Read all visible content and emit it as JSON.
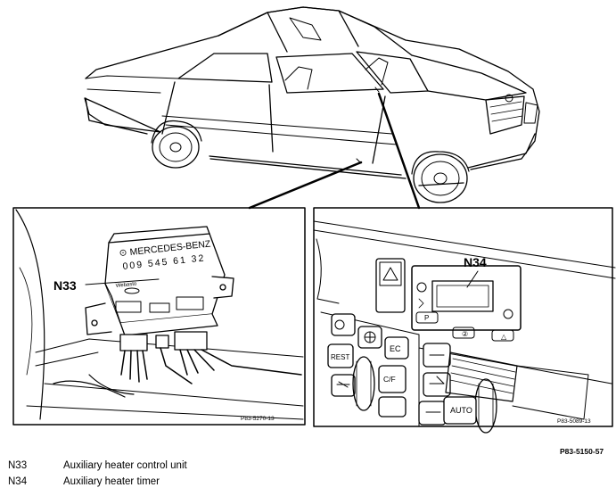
{
  "diagram": {
    "callouts": {
      "n33": "N33",
      "n34": "N34"
    },
    "control_unit_text": {
      "brand": "MERCEDES-BENZ",
      "part_number": "009 545 61 32",
      "maker": "Webasto"
    },
    "timer_buttons": {
      "p": "P"
    },
    "climate_buttons": {
      "rest": "REST",
      "ec": "EC",
      "cf": "C/F",
      "auto": "AUTO"
    },
    "ref_codes": {
      "left_panel": "P83-5270-13",
      "right_panel": "P83-5089-13",
      "figure": "P83-5150-57"
    }
  },
  "legend": [
    {
      "code": "N33",
      "desc": "Auxiliary heater control unit"
    },
    {
      "code": "N34",
      "desc": "Auxiliary heater timer"
    }
  ]
}
